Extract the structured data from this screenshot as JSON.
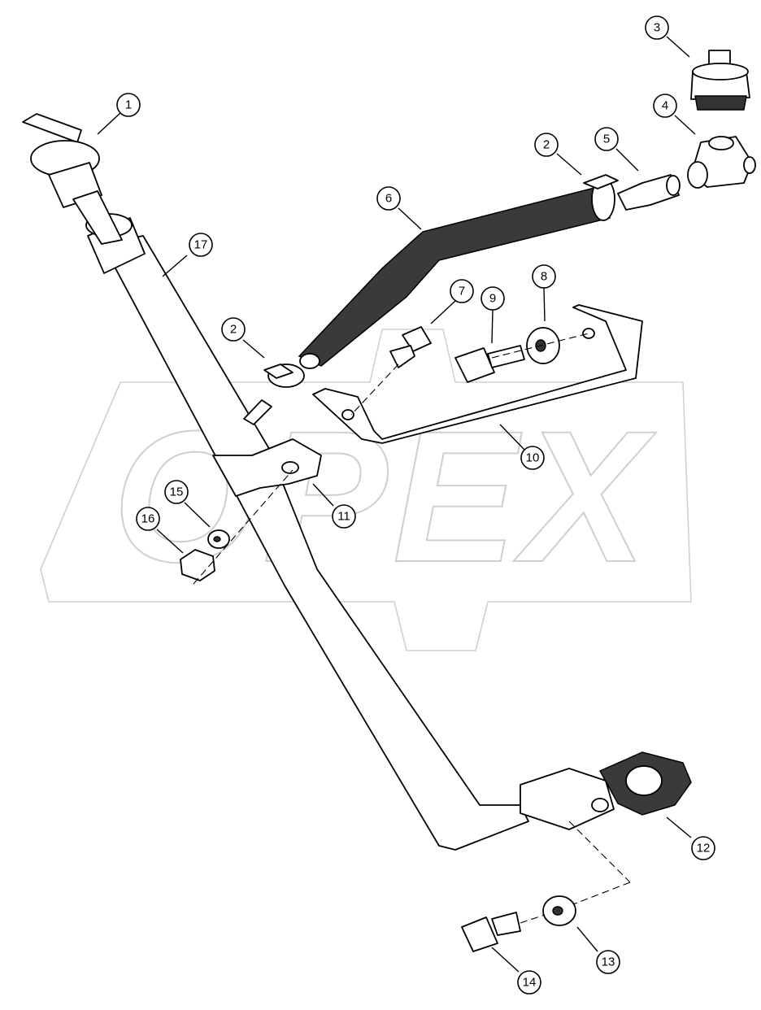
{
  "watermark": {
    "text": "OPEX"
  },
  "callouts": [
    {
      "id": "c1",
      "label": "1"
    },
    {
      "id": "c2a",
      "label": "2"
    },
    {
      "id": "c2b",
      "label": "2"
    },
    {
      "id": "c3",
      "label": "3"
    },
    {
      "id": "c4",
      "label": "4"
    },
    {
      "id": "c5",
      "label": "5"
    },
    {
      "id": "c6",
      "label": "6"
    },
    {
      "id": "c7",
      "label": "7"
    },
    {
      "id": "c8",
      "label": "8"
    },
    {
      "id": "c9",
      "label": "9"
    },
    {
      "id": "c10",
      "label": "10"
    },
    {
      "id": "c11",
      "label": "11"
    },
    {
      "id": "c12",
      "label": "12"
    },
    {
      "id": "c13",
      "label": "13"
    },
    {
      "id": "c14",
      "label": "14"
    },
    {
      "id": "c15",
      "label": "15"
    },
    {
      "id": "c16",
      "label": "16"
    },
    {
      "id": "c17",
      "label": "17"
    }
  ]
}
